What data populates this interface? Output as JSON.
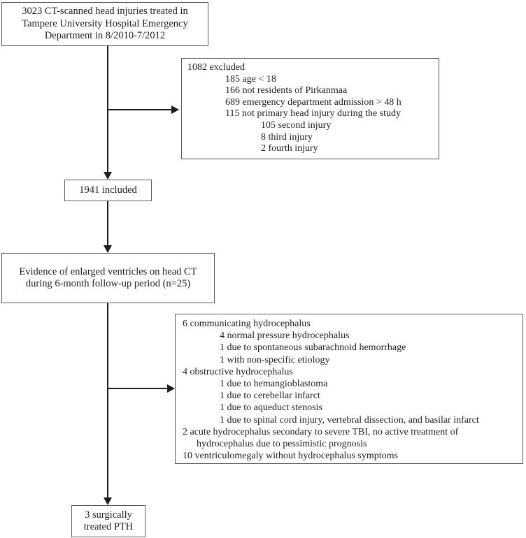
{
  "colors": {
    "background": "#ffffff",
    "box_border": "#5a5a5a",
    "arrow": "#1c1c1c",
    "text": "#1f1f1f"
  },
  "flowchart": {
    "total_box": {
      "lines": [
        "3023 CT-scanned head injuries treated in",
        "Tampere University Hospital Emergency",
        "Department in 8/2010-7/2012"
      ]
    },
    "excluded_box": {
      "lines": [
        "1082 excluded",
        "185 age < 18",
        "166 not residents of Pirkanmaa",
        "689 emergency department admission > 48 h",
        "115 not primary head injury during the study",
        "105 second injury",
        "8 third injury",
        "2 fourth injury"
      ]
    },
    "included_box": {
      "label": "1941 included"
    },
    "evidence_box": {
      "lines": [
        "Evidence of enlarged ventricles on head CT",
        "during 6-month follow-up period (n=25)"
      ]
    },
    "hydrocephalus_box": {
      "lines": [
        "6 communicating hydrocephalus",
        "4 normal pressure hydrocephalus",
        "1 due to spontaneous subarachnoid hemorrhage",
        "1 with non-specific etiology",
        "4 obstructive hydrocephalus",
        "1 due to hemangioblastoma",
        "1 due to cerebellar infarct",
        "1 due to aqueduct stenosis",
        "1 due to spinal cord injury, vertebral dissection, and basilar infarct",
        "2 acute hydrocephalus secondary to severe TBI, no active treatment of",
        "hydrocephalus due to pessimistic prognosis",
        "10 ventriculomegaly without hydrocephalus symptoms"
      ]
    },
    "pth_box": {
      "lines": [
        "3 surgically",
        "treated PTH"
      ]
    }
  }
}
